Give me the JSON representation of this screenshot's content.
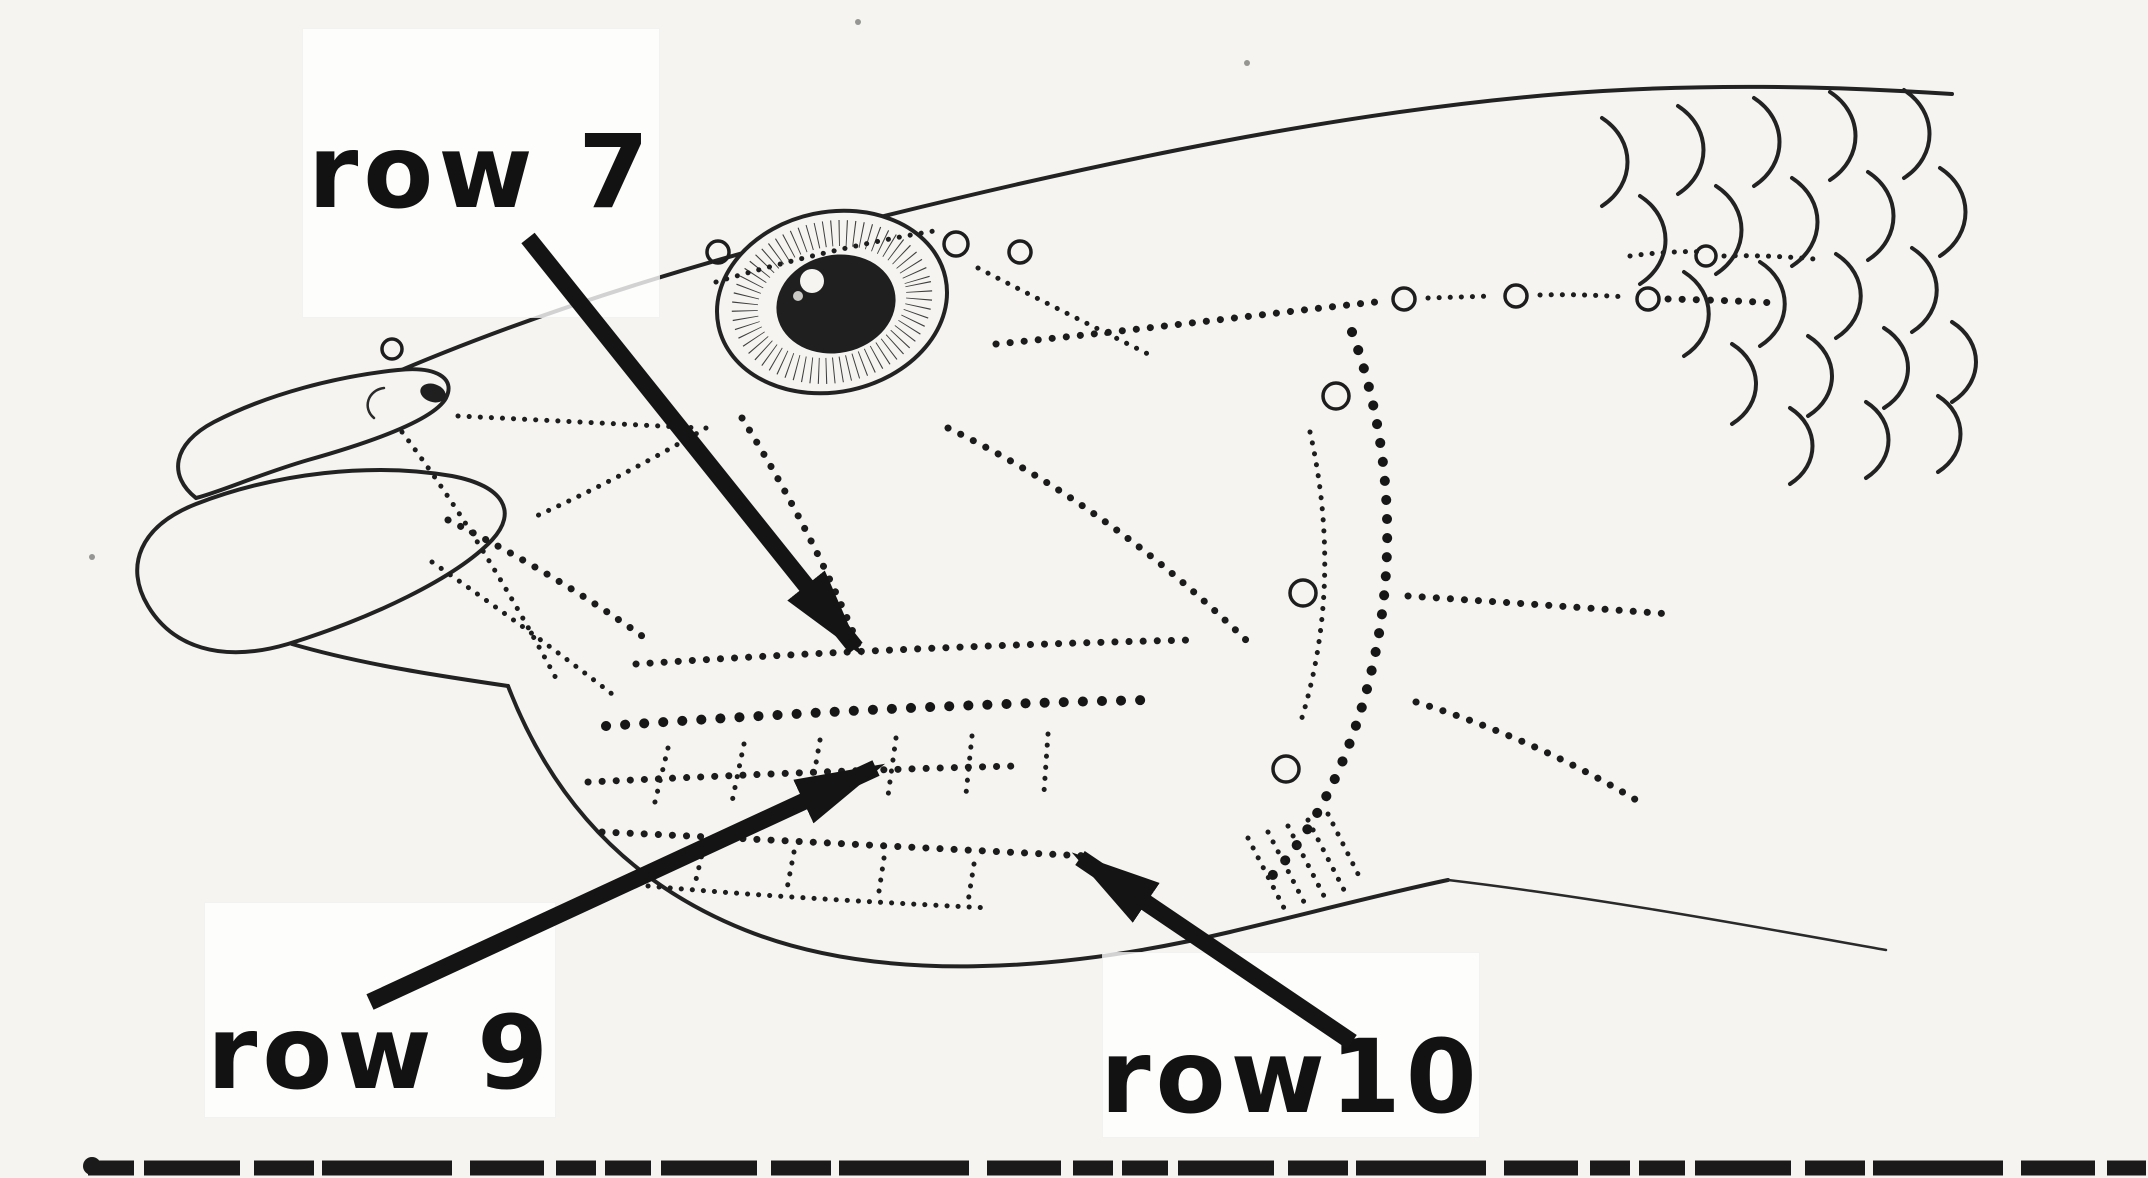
{
  "figure": {
    "paper_color": "#f5f4f0",
    "ink_color": "#1c1c1c",
    "label_patch_color": "rgba(255,255,255,0.8)",
    "labels": [
      {
        "id": "row-7",
        "text": "row 7"
      },
      {
        "id": "row-9",
        "text": "row 9"
      },
      {
        "id": "row-10",
        "text": "row10"
      }
    ]
  }
}
